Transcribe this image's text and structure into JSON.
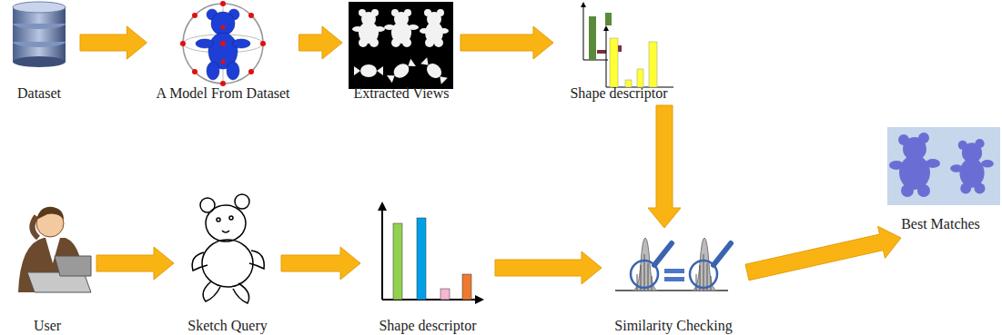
{
  "diagram": {
    "nodes": [
      {
        "text": [
          "Dataset"
        ]
      },
      {
        "text": [
          "A Model From Dataset"
        ]
      },
      {
        "text": [
          "Extracted Views"
        ]
      },
      {
        "text": [
          "Shape descriptor"
        ]
      },
      {
        "text": [
          "User"
        ]
      },
      {
        "text": [
          "Sketch Query"
        ]
      },
      {
        "text": [
          "Shape descriptor"
        ]
      },
      {
        "text": [
          "Similarity Checking"
        ]
      },
      {
        "text": [
          "Best Matches"
        ]
      }
    ],
    "edges": [
      {
        "from": 0,
        "to": 1,
        "arrow": "to"
      },
      {
        "from": 1,
        "to": 2,
        "arrow": "to"
      },
      {
        "from": 2,
        "to": 3,
        "arrow": "to"
      },
      {
        "from": 3,
        "to": 7,
        "arrow": "to"
      },
      {
        "from": 4,
        "to": 5,
        "arrow": "to"
      },
      {
        "from": 5,
        "to": 6,
        "arrow": "to"
      },
      {
        "from": 6,
        "to": 7,
        "arrow": "to"
      },
      {
        "from": 7,
        "to": 8,
        "arrow": "to"
      }
    ]
  }
}
